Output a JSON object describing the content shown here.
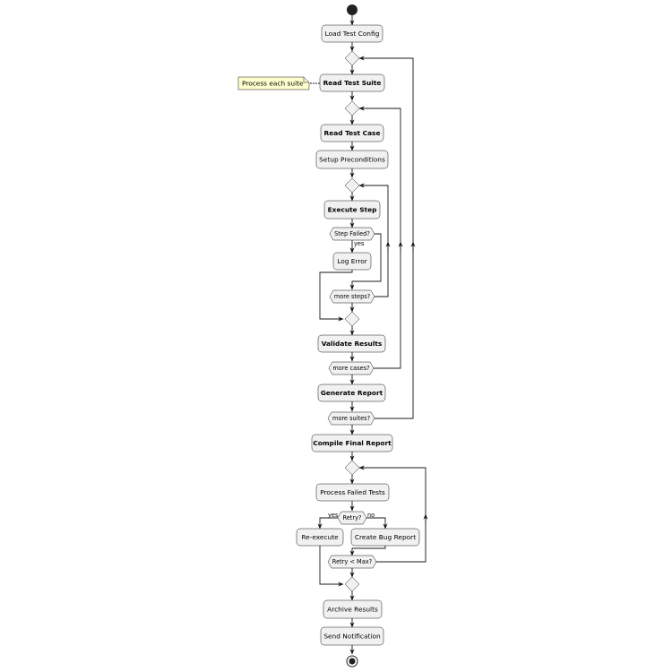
{
  "activities": {
    "load_config": "Load Test Config",
    "read_suite": "Read Test Suite",
    "read_case": "Read Test Case",
    "setup": "Setup Preconditions",
    "execute_step": "Execute Step",
    "log_error": "Log Error",
    "validate": "Validate Results",
    "generate_report": "Generate Report",
    "compile_report": "Compile Final Report",
    "process_failed": "Process Failed Tests",
    "re_execute": "Re-execute",
    "create_bug": "Create Bug Report",
    "archive": "Archive Results",
    "notify": "Send Notification"
  },
  "conditions": {
    "step_failed": "Step Failed?",
    "more_steps": "more steps?",
    "more_cases": "more cases?",
    "more_suites": "more suites?",
    "retry": "Retry?",
    "retry_max": "Retry < Max?"
  },
  "branch_labels": {
    "step_failed_yes": "yes",
    "retry_yes": "yes",
    "retry_no": "no"
  },
  "note": {
    "text": "Process each suite"
  },
  "colors": {
    "node_fill": "#f1f1f1",
    "line": "#181818",
    "note_fill": "#fefece"
  }
}
